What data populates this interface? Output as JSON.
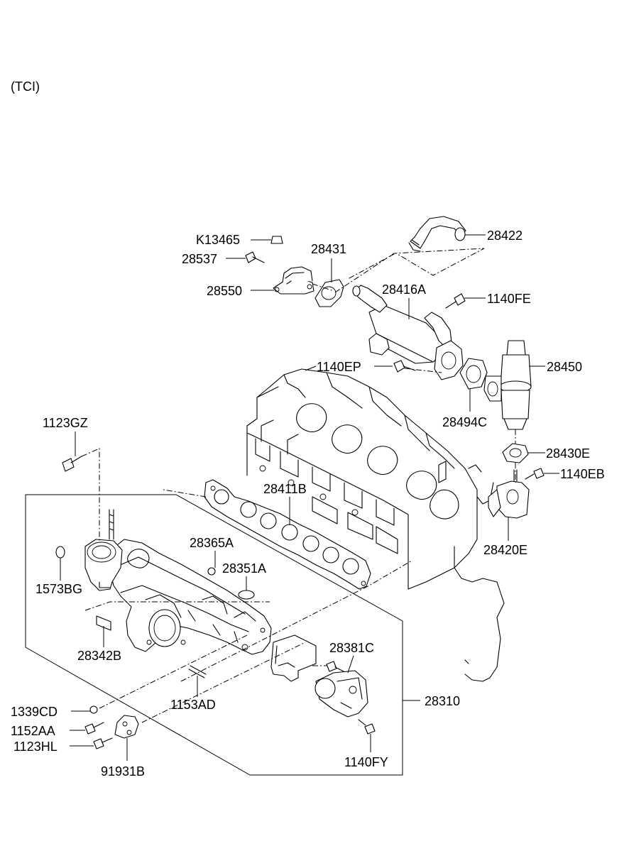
{
  "header": {
    "variant": "(TCI)"
  },
  "labels": {
    "k13465": "K13465",
    "p28537": "28537",
    "p28550": "28550",
    "p28431": "28431",
    "p28422": "28422",
    "p28416a": "28416A",
    "p1140fe": "1140FE",
    "p1140ep": "1140EP",
    "p28450": "28450",
    "p28494c": "28494C",
    "p1123gz": "1123GZ",
    "p28430e": "28430E",
    "p1140eb": "1140EB",
    "p28411b": "28411B",
    "p28420e": "28420E",
    "p28365a": "28365A",
    "p28351a": "28351A",
    "p1573bg": "1573BG",
    "p28342b": "28342B",
    "p28381c": "28381C",
    "p28310": "28310",
    "p1339cd": "1339CD",
    "p1153ad": "1153AD",
    "p1152aa": "1152AA",
    "p1123hl": "1123HL",
    "p91931b": "91931B",
    "p1140fy": "1140FY"
  }
}
